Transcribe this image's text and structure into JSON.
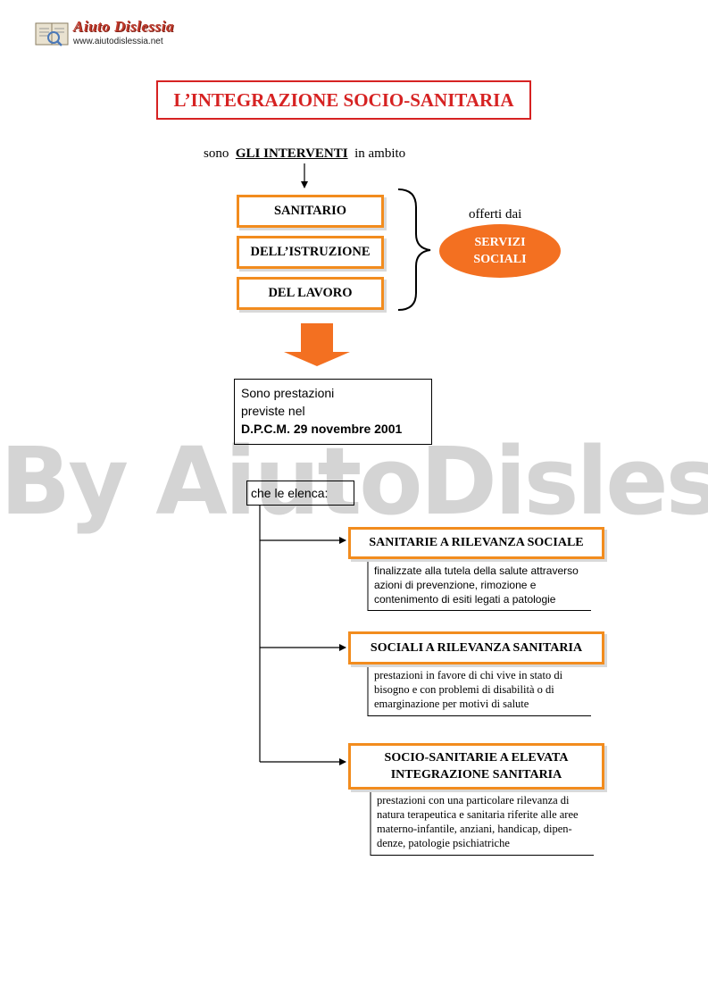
{
  "logo": {
    "brand": "Aiuto Dislessia",
    "url": "www.aiutodislessia.net"
  },
  "title": "L’INTEGRAZIONE SOCIO-SANITARIA",
  "intro": {
    "before": "sono",
    "emphasis": "GLI INTERVENTI",
    "after": "in ambito"
  },
  "ambiti": [
    "SANITARIO",
    "DELL’ISTRUZIONE",
    "DEL LAVORO"
  ],
  "offerti": "offerti dai",
  "servizi": [
    "SERVIZI",
    "SOCIALI"
  ],
  "dpcm": {
    "line1": "Sono  prestazioni",
    "line2": "previste nel",
    "ref": "D.P.C.M. 29 novembre 2001"
  },
  "elenca": "che le  elenca:",
  "categorie": [
    {
      "title": "SANITARIE A RILEVANZA SOCIALE",
      "desc": [
        "finalizzate alla tutela della salute attraverso",
        "azioni di prevenzione, rimozione e",
        "contenimento di esiti legati a patologie"
      ]
    },
    {
      "title": "SOCIALI A RILEVANZA SANITARIA",
      "desc": [
        "prestazioni in favore di chi vive in stato di",
        "bisogno e con problemi di disabilità o di",
        "emarginazione per motivi di salute"
      ]
    },
    {
      "title": [
        "SOCIO-SANITARIE  A  ELEVATA",
        "INTEGRAZIONE  SANITARIA"
      ],
      "desc": [
        "prestazioni  con  una particolare rilevanza di",
        "natura terapeutica e sanitaria riferite alle aree",
        "materno-infantile, anziani, handicap, dipen-",
        "denze, patologie psichiatriche"
      ]
    }
  ],
  "watermark": "By AiutoDislessia.net",
  "colors": {
    "orange": "#f28c1e",
    "ellipse": "#f37021",
    "title_red": "#d62222"
  }
}
